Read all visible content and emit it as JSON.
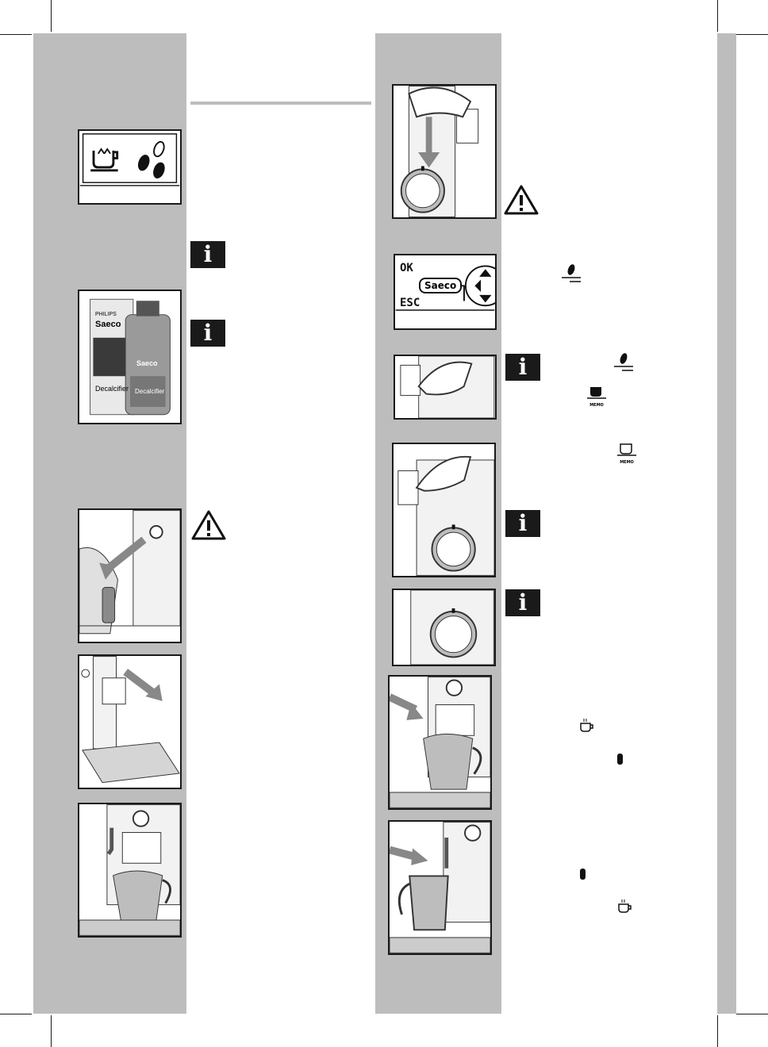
{
  "display_screen": {
    "ok_label": "OK",
    "esc_label": "ESC",
    "brand_label": "Saeco"
  },
  "decalcifier_box": {
    "brand_top": "PHILIPS",
    "brand": "Saeco",
    "product": "Decalcifier",
    "bottle_brand": "Saeco",
    "bottle_product": "Decalcifier"
  },
  "button_labels": {
    "memo": "MEMO"
  },
  "colors": {
    "band_gray": "#bdbdbd",
    "frame_black": "#1a1a1a",
    "header_rule": "#bdbdbd"
  },
  "icons": [
    "info-icon",
    "warning-icon",
    "coffee-bean-icon",
    "cup-memo-icon",
    "steam-cup-icon",
    "descale-icon"
  ]
}
